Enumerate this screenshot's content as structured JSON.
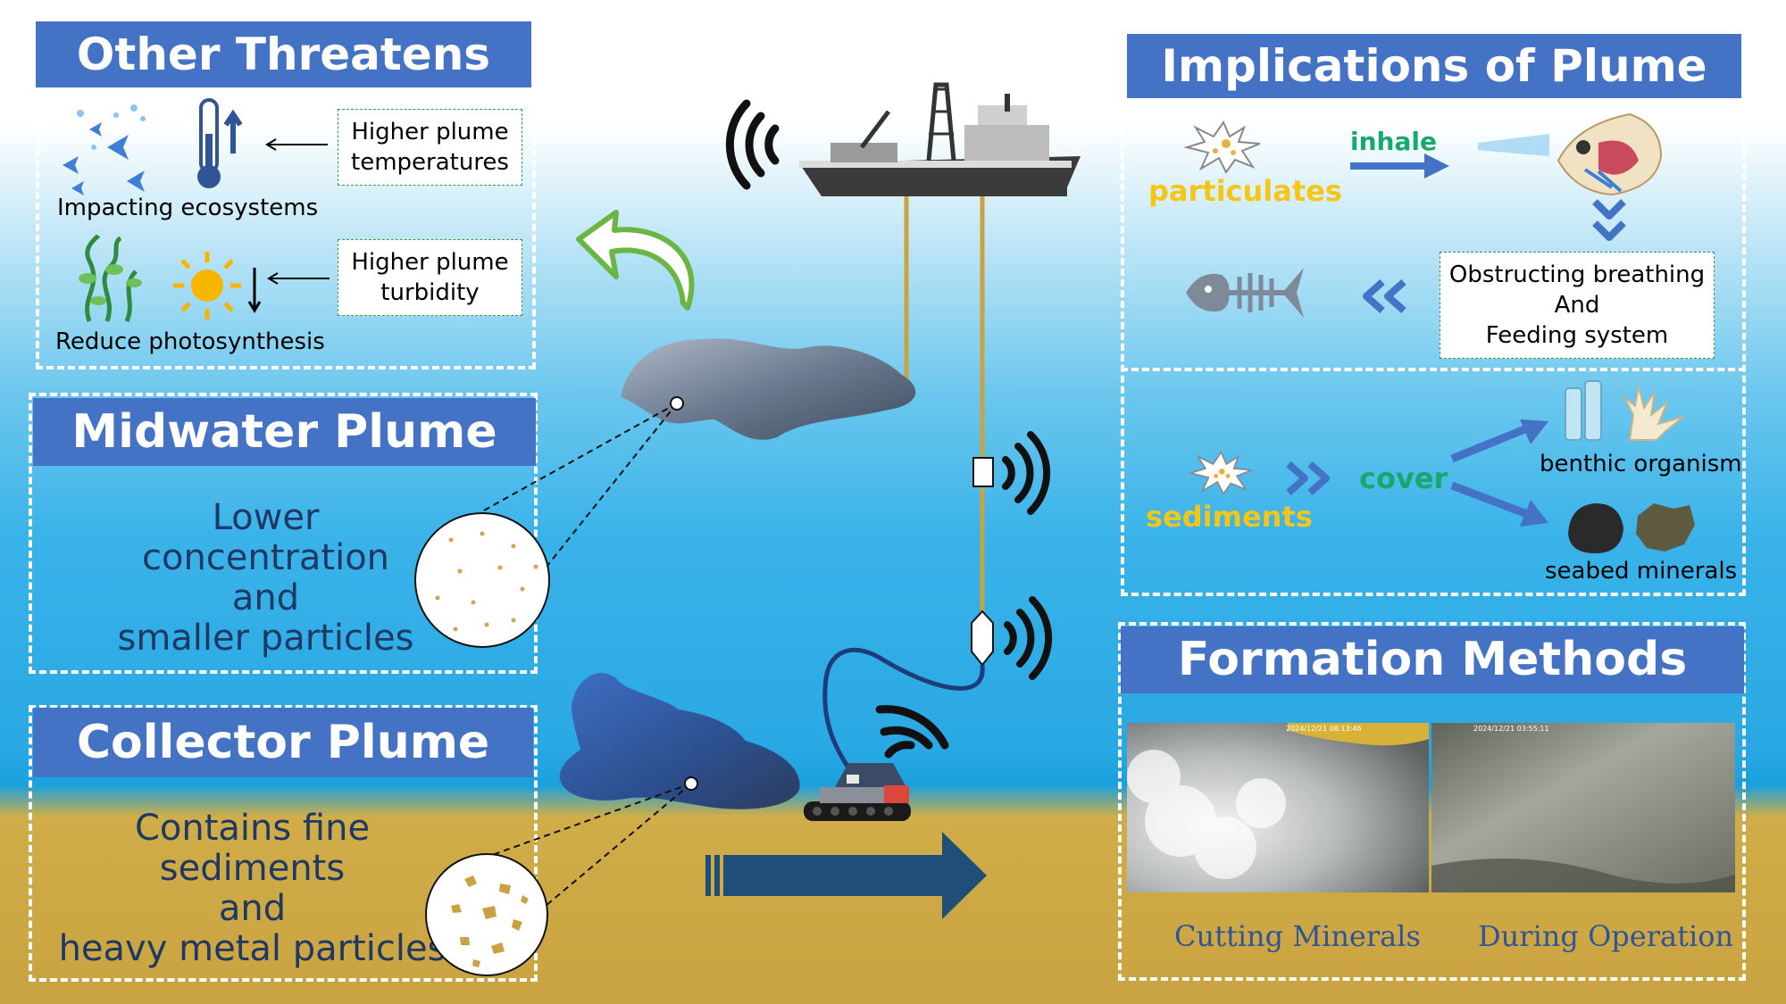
{
  "other_threatens": {
    "title": "Other Threatens",
    "temperature_note": "Higher plume\ntemperatures",
    "ecosystems_label": "Impacting ecosystems",
    "turbidity_note": "Higher plume\nturbidity",
    "photosynthesis_label": "Reduce photosynthesis"
  },
  "midwater_plume": {
    "title": "Midwater Plume",
    "description_line1": "Lower concentration",
    "description_line2": "and",
    "description_line3": "smaller particles"
  },
  "collector_plume": {
    "title": "Collector Plume",
    "description_line1": "Contains fine sediments",
    "description_line2": "and",
    "description_line3": "heavy metal particles"
  },
  "implications": {
    "title": "Implications of Plume",
    "particulates_label": "particulates",
    "inhale_label": "inhale",
    "obstructing_note": "Obstructing breathing\nAnd\nFeeding system",
    "sediments_label": "sediments",
    "cover_label": "cover",
    "benthic_label": "benthic organism",
    "minerals_label": "seabed minerals"
  },
  "formation_methods": {
    "title": "Formation Methods",
    "photo1_caption": "Cutting Minerals",
    "photo2_caption": "During Operation",
    "photo1_timestamp": "2024/12/21 08:13:46",
    "photo2_timestamp": "2024/12/21 03:55:11"
  },
  "colors": {
    "banner_blue": "#4472c4",
    "label_yellow": "#f5c518",
    "label_green": "#17a86b",
    "arrow_blue": "#4472c4",
    "seabed": "#c9a341",
    "ocean": "#29a8e3"
  },
  "icons": [
    "fish-school-icon",
    "thermometer-icon",
    "seaweed-icon",
    "sun-icon",
    "ship-icon",
    "signal-icon",
    "return-arrow-icon",
    "fish-skeleton-icon",
    "fish-gills-icon",
    "coral-icon",
    "nodule-icon",
    "collector-vehicle-icon",
    "forward-arrow-icon"
  ]
}
